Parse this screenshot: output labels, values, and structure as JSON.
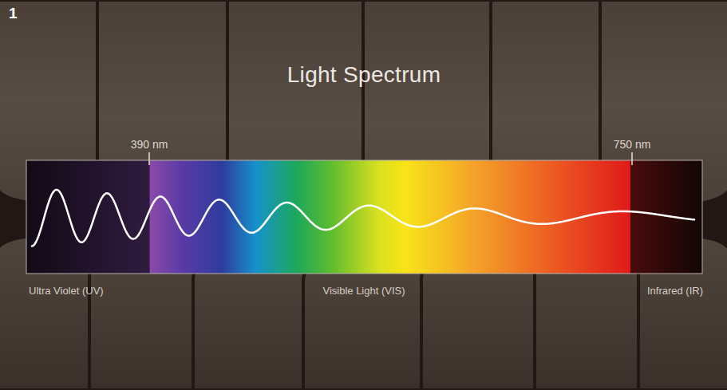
{
  "diagram": {
    "title": "Light Spectrum",
    "labels": [
      "1",
      "390 nm",
      "750 nm",
      "Ultra Violet (UV)",
      "Visible Light (VIS)",
      "Infrared (IR)"
    ]
  }
}
